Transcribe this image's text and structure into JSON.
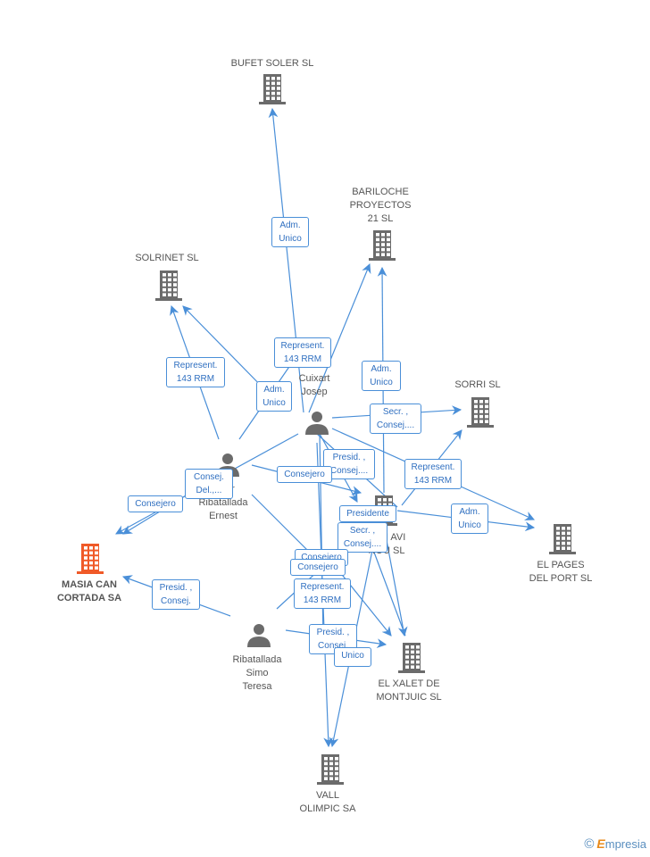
{
  "colors": {
    "edge": "#4a8fd8",
    "building": "#6b6b6b",
    "focus_building": "#f05a28",
    "person": "#6b6b6b"
  },
  "nodes": [
    {
      "id": "bufet",
      "type": "company",
      "label": "BUFET SOLER SL"
    },
    {
      "id": "bariloche",
      "type": "company",
      "label": "BARILOCHE\nPROYECTOS\n21 SL"
    },
    {
      "id": "solrinet",
      "type": "company",
      "label": "SOLRINET SL"
    },
    {
      "id": "sorri",
      "type": "company",
      "label": "SORRI SL"
    },
    {
      "id": "cuixart",
      "type": "person",
      "label": "Soler\nCuixart\nJosep"
    },
    {
      "id": "ribatallada_ernest",
      "type": "person",
      "label": "Soler\nRibatallada\nErnest"
    },
    {
      "id": "avi",
      "type": "company",
      "label": "CAN AVI\nNOU SL"
    },
    {
      "id": "pages",
      "type": "company",
      "label": "EL PAGES\nDEL PORT SL"
    },
    {
      "id": "masia",
      "type": "company",
      "focus": true,
      "label": "MASIA CAN\nCORTADA SA"
    },
    {
      "id": "teresa",
      "type": "person",
      "label": "Ribatallada\nSimo\nTeresa"
    },
    {
      "id": "xalet",
      "type": "company",
      "label": "EL XALET DE\nMONTJUIC SL"
    },
    {
      "id": "vall",
      "type": "company",
      "label": "VALL\nOLIMPIC SA"
    }
  ],
  "edge_labels": [
    "Adm.\nUnico",
    "Represent.\n143 RRM",
    "Represent.\n143 RRM",
    "Adm.\nUnico",
    "Adm.\nUnico",
    "Secr. ,\nConsej....",
    "Presid. ,\nConsej....",
    "Represent.\n143 RRM",
    "Consej.\nDel.,...",
    "Consejero",
    "Consejero",
    "Presidente",
    "Adm.\nUnico",
    "Secr. ,\nConsej....",
    "Consejero",
    "Consejero",
    "Presid. ,\nConsej.",
    "Represent.\n143 RRM",
    "Presid. ,\nConsej.",
    "Unico"
  ],
  "brand": {
    "copyright": "©",
    "initial": "E",
    "rest": "mpresia"
  }
}
